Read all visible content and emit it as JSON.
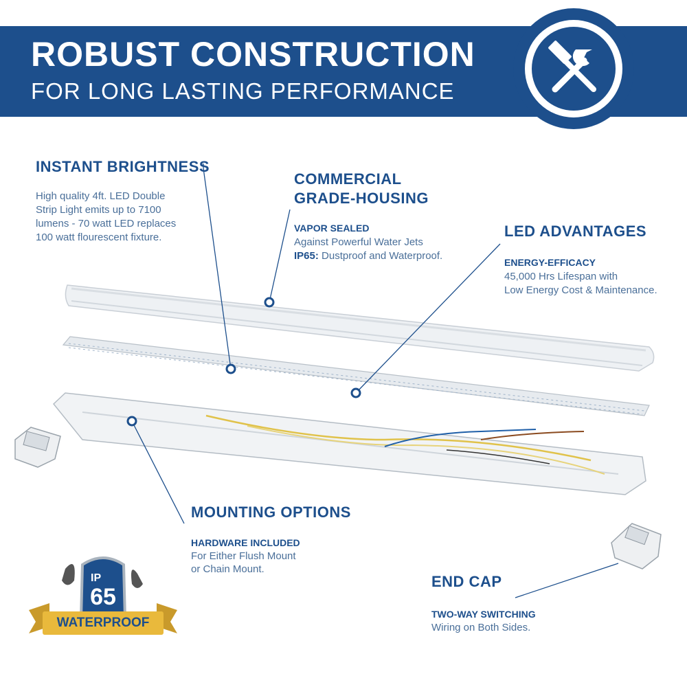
{
  "header": {
    "title": "ROBUST CONSTRUCTION",
    "subtitle": "FOR LONG LASTING PERFORMANCE",
    "icon": "wrench-hammer-icon"
  },
  "features": {
    "instant_brightness": {
      "heading": "INSTANT BRIGHTNESS",
      "lines": [
        "High quality 4ft. LED Double",
        "Strip Light emits up to 7100",
        "lumens - 70 watt LED replaces",
        "100 watt flourescent fixture."
      ]
    },
    "commercial_housing": {
      "heading_line1": "COMMERCIAL",
      "heading_line2": "GRADE-HOUSING",
      "sub": "VAPOR SEALED",
      "line1": "Against Powerful Water Jets",
      "line2_bold": "IP65:",
      "line2_rest": " Dustproof and Waterproof."
    },
    "led_advantages": {
      "heading": "LED ADVANTAGES",
      "sub": "ENERGY-EFFICACY",
      "lines": [
        "45,000 Hrs Lifespan with",
        "Low Energy Cost & Maintenance."
      ]
    },
    "mounting_options": {
      "heading": "MOUNTING OPTIONS",
      "sub": "HARDWARE INCLUDED",
      "lines": [
        "For Either Flush Mount",
        "or Chain Mount."
      ]
    },
    "end_cap": {
      "heading": "END CAP",
      "sub": "TWO-WAY SWITCHING",
      "lines": [
        "Wiring on Both Sides."
      ]
    }
  },
  "badge": {
    "ip": "IP",
    "rating": "65",
    "label": "WATERPROOF"
  },
  "colors": {
    "brand_blue": "#1d4f8c",
    "text_blue": "#4a6f99",
    "gold": "#e9b93c",
    "white": "#ffffff"
  }
}
